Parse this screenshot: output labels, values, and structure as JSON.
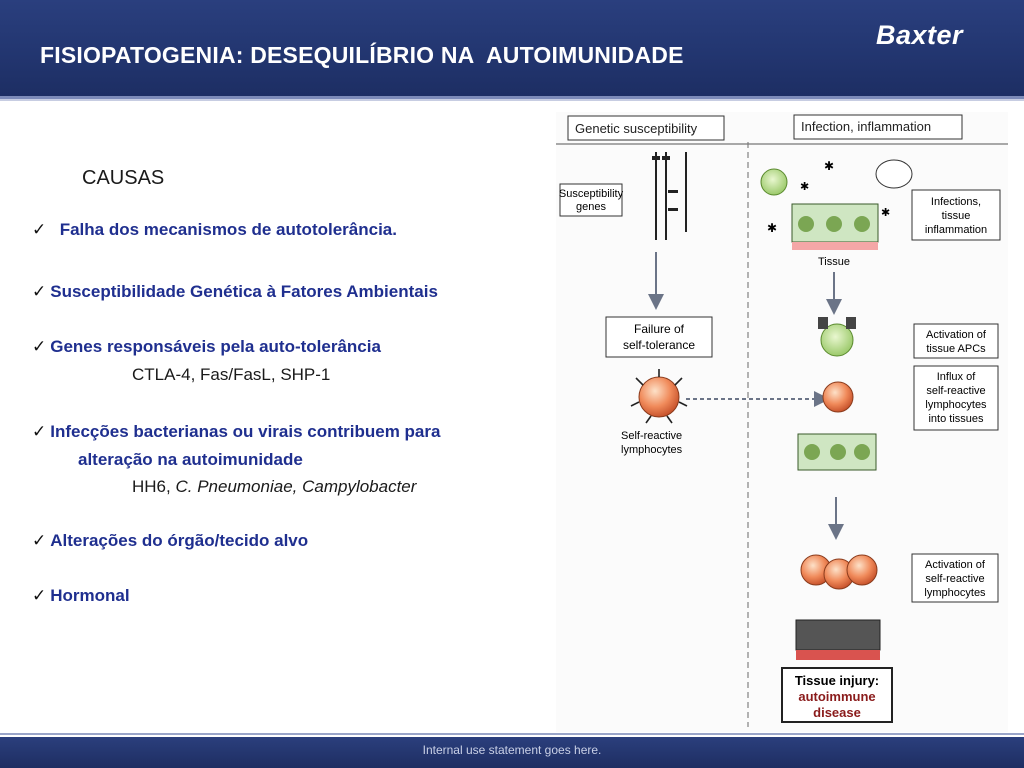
{
  "header": {
    "title": "FISIOPATOGENIA: DESEQUILÍBRIO NA  AUTOIMUNIDADE",
    "logo": "Baxter"
  },
  "content": {
    "heading": "CAUSAS",
    "items": [
      {
        "text": "Falha dos mecanismos de autotolerância."
      },
      {
        "text": "Susceptibilidade Genética à Fatores Ambientais"
      },
      {
        "text": "Genes responsáveis pela auto-tolerância",
        "sub": "CTLA-4, Fas/FasL, SHP-1"
      },
      {
        "text": "Infecções bacterianas ou virais contribuem   para",
        "text2": "alteração na autoimunidade",
        "sub_a": "HH6, ",
        "sub_b": "C. Pneumoniae, Campylobacter"
      },
      {
        "text": "Alterações do órgão/tecido alvo"
      },
      {
        "text": "Hormonal"
      }
    ]
  },
  "figure": {
    "col_left": "Genetic susceptibility",
    "col_right": "Infection, inflammation",
    "susceptibility_genes": [
      "Susceptibility",
      "genes"
    ],
    "failure": [
      "Failure of",
      "self-tolerance"
    ],
    "self_reactive": [
      "Self-reactive",
      "lymphocytes"
    ],
    "infections": [
      "Infections,",
      "tissue",
      "inflammation"
    ],
    "tissue": "Tissue",
    "activation_apcs": [
      "Activation of",
      "tissue APCs"
    ],
    "influx": [
      "Influx of",
      "self-reactive",
      "lymphocytes",
      "into tissues"
    ],
    "activation_lymph": [
      "Activation of",
      "self-reactive",
      "lymphocytes"
    ],
    "injury": [
      "Tissue injury:",
      "autoimmune",
      "disease"
    ]
  },
  "footer": {
    "text": "Internal use statement goes here."
  },
  "colors": {
    "header_bg": "#22356f",
    "bullet_text": "#1f2f8f",
    "footer_bg": "#1e2e62"
  }
}
